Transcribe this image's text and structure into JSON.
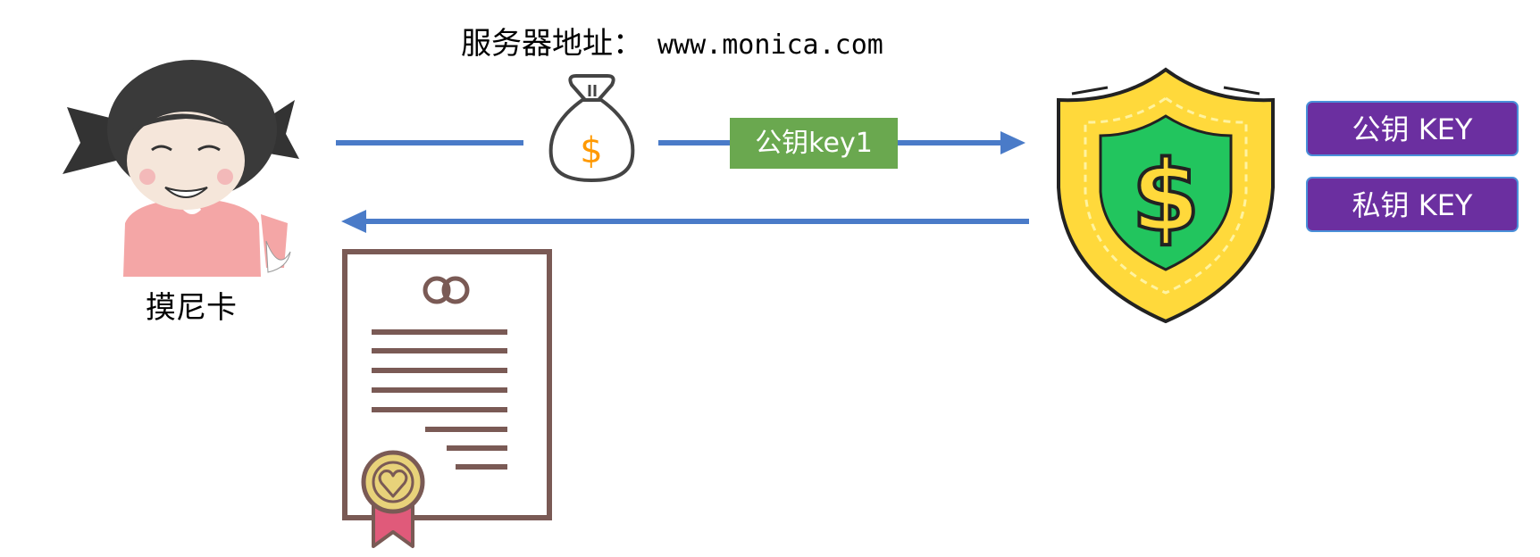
{
  "server": {
    "address_label": "服务器地址：",
    "address_value": "www.monica.com"
  },
  "client": {
    "name": "摸尼卡"
  },
  "arrow_label": "公钥key1",
  "keys": {
    "public": "公钥 KEY",
    "private": "私钥 KEY"
  },
  "colors": {
    "arrow": "#4a7bc8",
    "arrow_label_bg": "#6aa84f",
    "key_badge_bg": "#6b2fa0",
    "money_bag": "#444444",
    "dollar": "#ff9900",
    "shield_outer": "#ffd93b",
    "shield_inner": "#22c55e",
    "certificate": "#7a5a55",
    "ribbon": "#e05a7a"
  }
}
